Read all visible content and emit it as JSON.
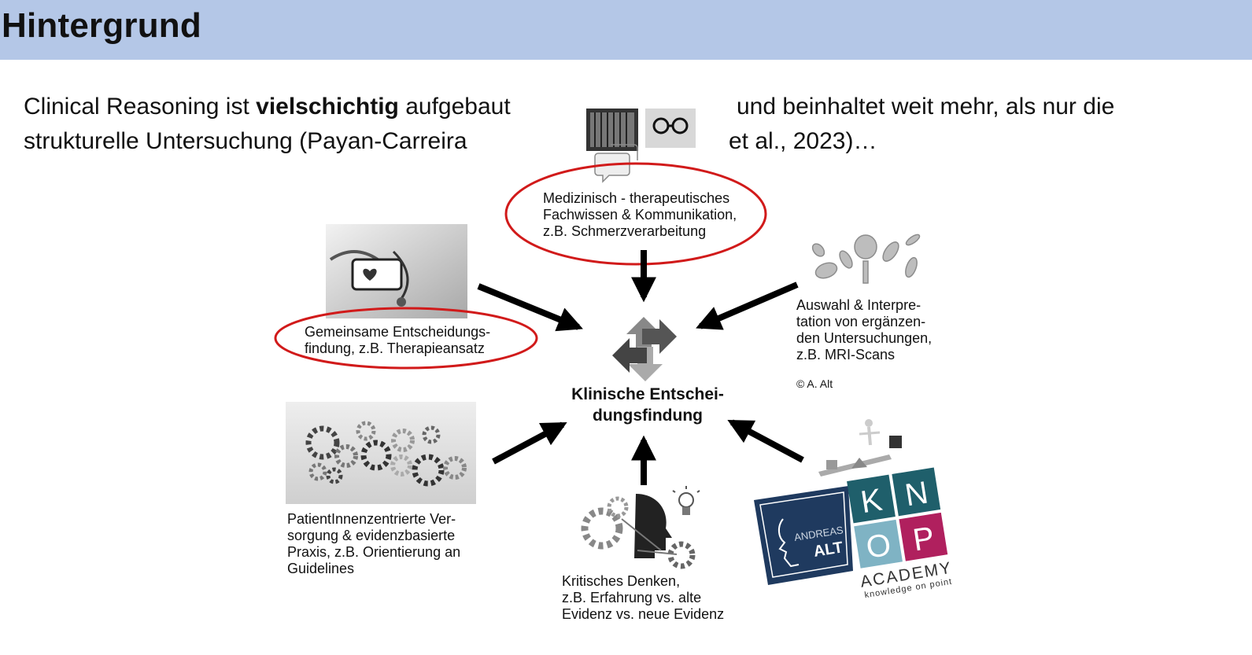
{
  "header": {
    "title": "Hintergrund"
  },
  "intro": {
    "line1_part1": "Clinical Reasoning ist ",
    "line1_bold": "vielschichtig",
    "line1_part2": " aufgebaut",
    "line1_right": "und beinhaltet weit mehr, als nur die",
    "line2_left": "strukturelle Untersuchung (Payan-Carreira",
    "line2_right": "et al., 2023)…"
  },
  "center": {
    "line1": "Klinische Entschei-",
    "line2": "dungsfindung"
  },
  "nodes": {
    "top": {
      "lines": [
        "Medizinisch - therapeutisches",
        "Fachwissen & Kommunikation,",
        "z.B. Schmerzverarbeitung"
      ],
      "highlighted": true
    },
    "left_upper": {
      "lines": [
        "Gemeinsame Entscheidungs-",
        "findung, z.B. Therapieansatz"
      ],
      "highlighted": true
    },
    "right_upper": {
      "lines": [
        "Auswahl & Interpre-",
        "tation von ergänzen-",
        "den Untersuchungen,",
        "z.B. MRI-Scans"
      ],
      "copyright": "© A. Alt"
    },
    "left_lower": {
      "lines": [
        "PatientInnenzentrierte Ver-",
        "sorgung & evidenzbasierte",
        "Praxis, z.B. Orientierung an",
        "Guidelines"
      ]
    },
    "bottom": {
      "lines": [
        "Kritisches Denken,",
        "z.B. Erfahrung vs. alte",
        "Evidenz vs. neue Evidenz"
      ]
    }
  },
  "logo": {
    "name_line1": "ANDREAS",
    "name_line2": "ALT",
    "letters": [
      "K",
      "N",
      "O",
      "P"
    ],
    "academy": "ACADEMY",
    "tagline": "knowledge on point"
  },
  "colors": {
    "header_bg": "#b4c7e7",
    "highlight_ellipse": "#d11a1a",
    "logo_navy": "#1f3a5f",
    "logo_teal": "#1f5f6b",
    "logo_lightblue": "#7fb3c4",
    "logo_magenta": "#b0205e"
  },
  "icons": [
    "library-monitor-icon",
    "chat-bubble-icon",
    "stethoscope-heart-icon",
    "mri-shapes-icon",
    "rotating-arrows-icon",
    "gears-icon",
    "head-gears-icon",
    "lightbulb-icon",
    "balance-seesaw-icon"
  ]
}
